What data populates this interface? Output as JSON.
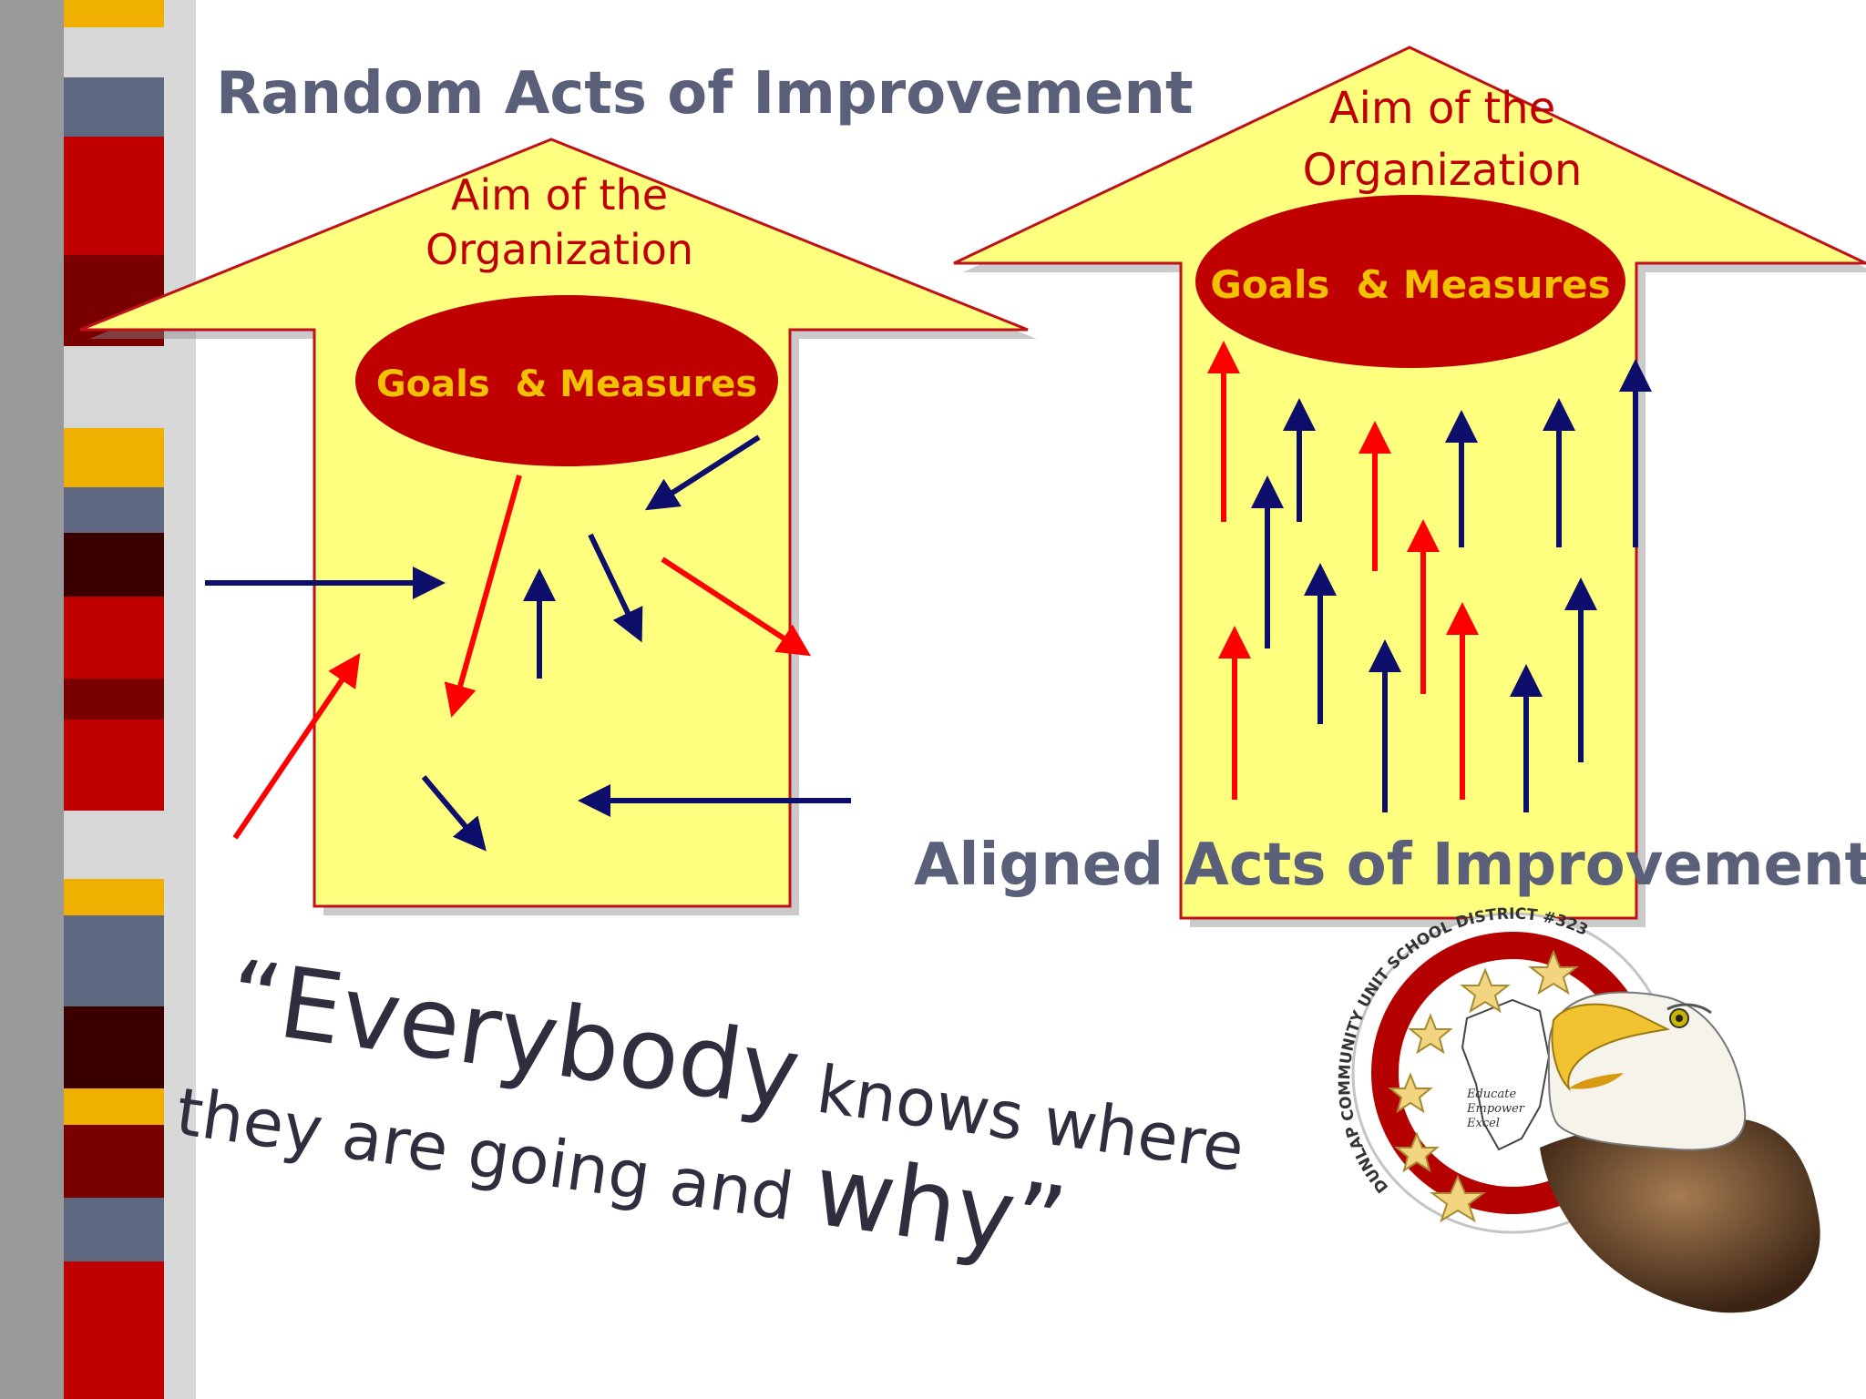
{
  "slide": {
    "title_random": "Random Acts of Improvement",
    "title_aligned": "Aligned Acts of Improvement",
    "left_arrow": {
      "aim_line1": "Aim of the",
      "aim_line2": "Organization",
      "goals": "Goals  & Measures"
    },
    "right_arrow": {
      "aim_line1": "Aim of the",
      "aim_line2": "Organization",
      "goals": "Goals  & Measures"
    },
    "quote": {
      "part1": "“Everybody",
      "part2": " knows where",
      "part3": "they are going and ",
      "part4": "why”"
    },
    "logo": {
      "ring_text": "DUNLAP COMMUNITY UNIT SCHOOL DISTRICT #323",
      "motto": [
        "Educate",
        "Empower",
        "Excel"
      ]
    }
  },
  "colors": {
    "arrow_fill": "#ffff7f",
    "arrow_stroke": "#c0101a",
    "ellipse": "#c00000",
    "goals_text": "#f2c200",
    "aim_text": "#c00000",
    "title": "#5a607a",
    "navy_arrow": "#0d0d6b",
    "red_arrow": "#ff0000"
  }
}
